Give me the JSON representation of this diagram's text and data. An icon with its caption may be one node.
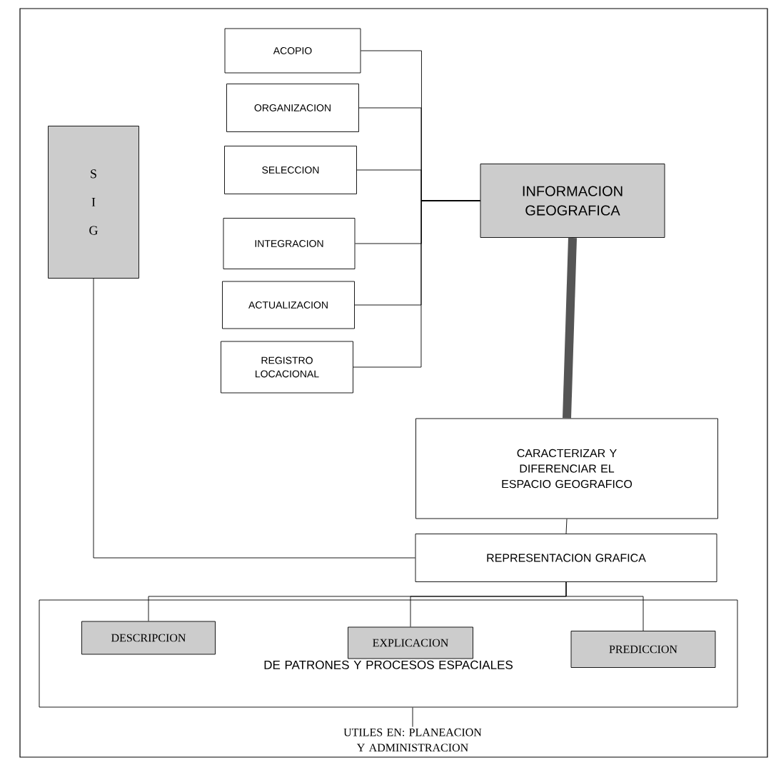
{
  "diagram": {
    "nodes": [
      {
        "text": [
          "ACOPIO"
        ]
      },
      {
        "text": [
          "ORGANIZACION"
        ]
      },
      {
        "text": [
          "SELECCION"
        ]
      },
      {
        "text": [
          "INTEGRACION"
        ]
      },
      {
        "text": [
          "ACTUALIZACION"
        ]
      },
      {
        "text": [
          "REGISTRO LOCACIONAL"
        ]
      },
      {
        "text": [
          "S I G"
        ]
      },
      {
        "text": [
          "INFORMACION GEOGRAFICA"
        ]
      },
      {
        "text": [
          "CARACTERIZAR Y DIFERENCIAR EL ESPACIO GEOGRAFICO"
        ]
      },
      {
        "text": [
          "REPRESENTACION GRAFICA"
        ]
      },
      {
        "text": [
          "DE PATRONES Y PROCESOS ESPACIALES"
        ]
      },
      {
        "text": [
          "DESCRIPCION"
        ],
        "in": 10
      },
      {
        "text": [
          "EXPLICACION"
        ],
        "in": 10
      },
      {
        "text": [
          "PREDICCION"
        ],
        "in": 10
      },
      {
        "text": [
          "UTILES EN: PLANEACION Y ADMINISTRACION"
        ]
      }
    ],
    "edges": [
      {
        "from": 0,
        "to": 7,
        "arrow": "none"
      },
      {
        "from": 1,
        "to": 7,
        "arrow": "none"
      },
      {
        "from": 2,
        "to": 7,
        "arrow": "none"
      },
      {
        "from": 3,
        "to": 7,
        "arrow": "none"
      },
      {
        "from": 4,
        "to": 7,
        "arrow": "none"
      },
      {
        "from": 5,
        "to": 7,
        "arrow": "none"
      },
      {
        "from": 7,
        "to": 8,
        "arrow": "none",
        "style": "thick",
        "color": "#555555"
      },
      {
        "from": 6,
        "to": 9,
        "arrow": "none"
      },
      {
        "from": 8,
        "to": 9,
        "arrow": "none"
      },
      {
        "from": 9,
        "to": 11,
        "arrow": "none"
      },
      {
        "from": 9,
        "to": 12,
        "arrow": "none"
      },
      {
        "from": 9,
        "to": 13,
        "arrow": "none"
      },
      {
        "from": 10,
        "to": 14,
        "arrow": "none"
      }
    ]
  }
}
